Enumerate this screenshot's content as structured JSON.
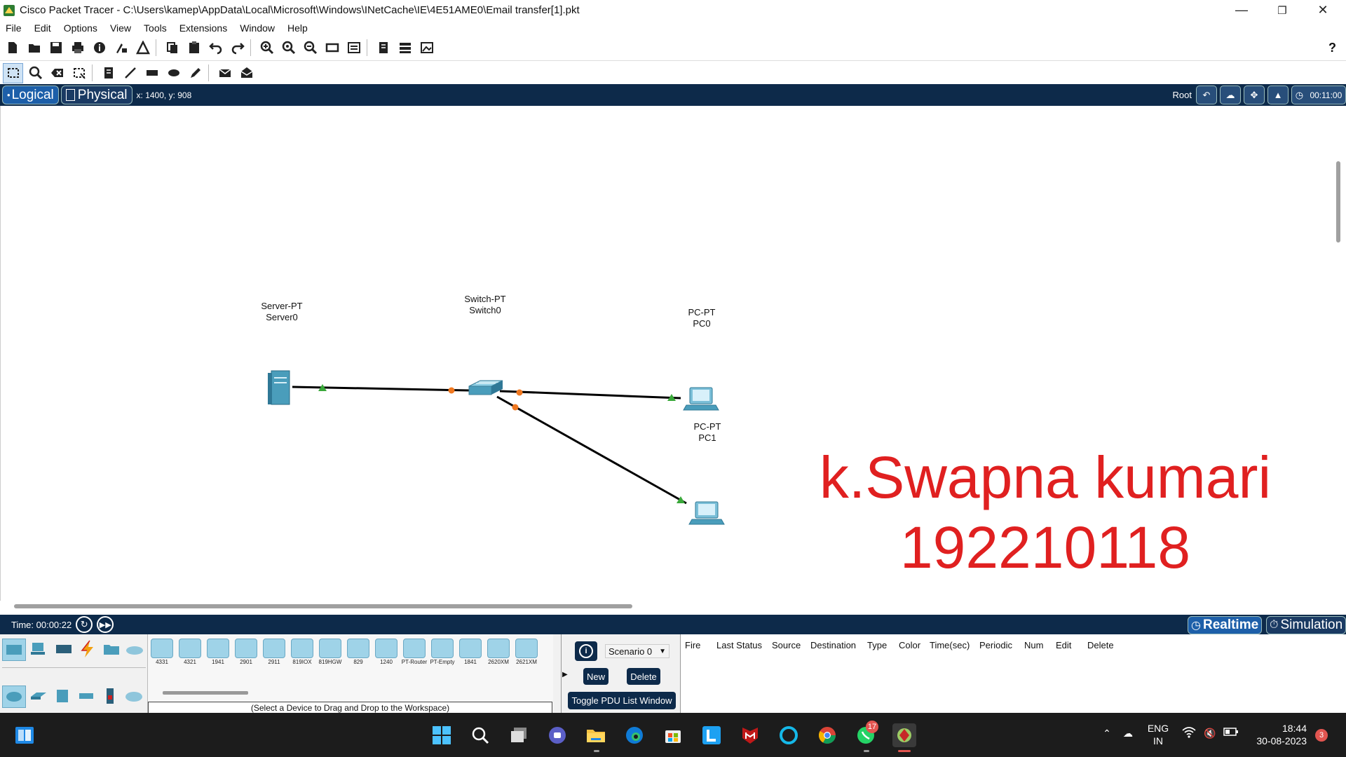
{
  "window": {
    "title": "Cisco Packet Tracer - C:\\Users\\kamep\\AppData\\Local\\Microsoft\\Windows\\INetCache\\IE\\4E51AME0\\Email transfer[1].pkt"
  },
  "menu": [
    "File",
    "Edit",
    "Options",
    "View",
    "Tools",
    "Extensions",
    "Window",
    "Help"
  ],
  "help_label": "?",
  "viewbar": {
    "logical": "Logical",
    "physical": "Physical",
    "coords": "x: 1400, y: 908",
    "root": "Root",
    "clock": "00:11:00"
  },
  "devices": {
    "server": {
      "type": "Server-PT",
      "name": "Server0"
    },
    "switch": {
      "type": "Switch-PT",
      "name": "Switch0"
    },
    "pc0": {
      "type": "PC-PT",
      "name": "PC0"
    },
    "pc1": {
      "type": "PC-PT",
      "name": "PC1"
    }
  },
  "watermark": {
    "line1": "k.Swapna kumari",
    "line2": "192210118"
  },
  "timebar": {
    "time": "Time: 00:00:22",
    "realtime": "Realtime",
    "simulation": "Simulation"
  },
  "device_models": [
    "4331",
    "4321",
    "1941",
    "2901",
    "2911",
    "819IOX",
    "819HGW",
    "829",
    "1240",
    "PT-Router",
    "PT-Empty",
    "1841",
    "2620XM",
    "2621XM"
  ],
  "drop_hint": "(Select a Device to Drag and Drop to the Workspace)",
  "scenario": {
    "selected": "Scenario 0",
    "new": "New",
    "delete": "Delete",
    "toggle": "Toggle PDU List Window"
  },
  "pdu_columns": [
    "Fire",
    "Last Status",
    "Source",
    "Destination",
    "Type",
    "Color",
    "Time(sec)",
    "Periodic",
    "Num",
    "Edit",
    "Delete"
  ],
  "taskbar": {
    "whatsapp_badge": "17",
    "lang1": "ENG",
    "lang2": "IN",
    "time": "18:44",
    "date": "30-08-2023",
    "notif_badge": "3"
  },
  "colors": {
    "navbar": "#0d2a4a",
    "accent": "#1d5fa9",
    "watermark": "#e02020",
    "link_up": "#3aa83a",
    "link_pending": "#f07820"
  }
}
